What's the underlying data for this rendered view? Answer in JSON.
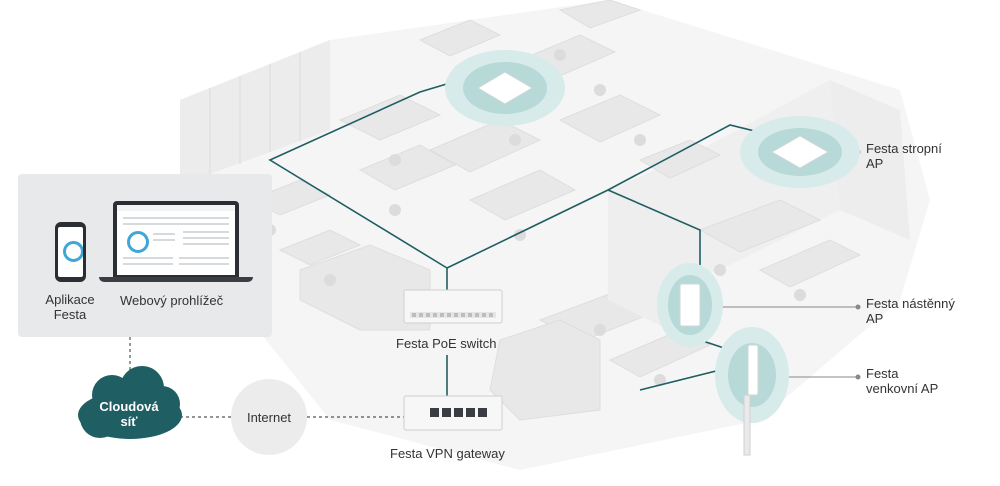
{
  "client": {
    "app_label": "Aplikace\nFesta",
    "browser_label": "Webový prohlížeč"
  },
  "cloud": {
    "label": "Cloudová\nsíť"
  },
  "internet": {
    "label": "Internet"
  },
  "devices": {
    "poe_switch": "Festa PoE switch",
    "vpn_gateway": "Festa VPN gateway",
    "ceiling_ap": "Festa stropní\nAP",
    "wall_ap": "Festa nástěnný\nAP",
    "outdoor_ap": "Festa\nvenkovní AP"
  },
  "colors": {
    "network_line": "#1f5e63",
    "cloud": "#1f5e63",
    "ap_halo": "#bfe0e0",
    "panel": "#e8e9ea",
    "floor": "#f4f4f4",
    "furniture": "#e6e6e6"
  }
}
